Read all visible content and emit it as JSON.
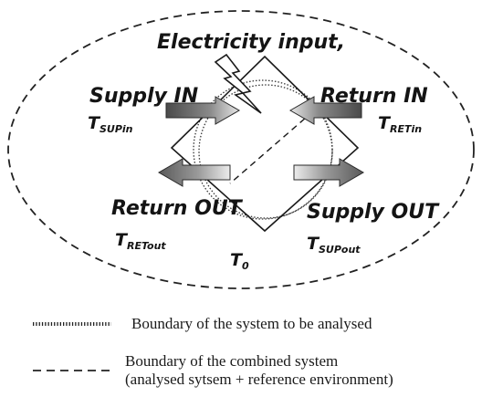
{
  "diagram": {
    "electricity_label": "Electricity input,",
    "supply_in": {
      "label": "Supply  IN",
      "sym_base": "T",
      "sym_sub": "SUPin"
    },
    "return_in": {
      "label": "Return  IN",
      "sym_base": "T",
      "sym_sub": "RETin"
    },
    "return_out": {
      "label": "Return OUT",
      "sym_base": "T",
      "sym_sub": "RETout"
    },
    "supply_out": {
      "label": "Supply OUT",
      "sym_base": "T",
      "sym_sub": "SUPout"
    },
    "t0": {
      "sym_base": "T",
      "sym_sub": "0"
    }
  },
  "legend": {
    "system_boundary": "Boundary of the system to be analysed",
    "combined_boundary_line1": "Boundary of the combined system",
    "combined_boundary_line2": "(analysed sytsem + reference environment)"
  }
}
